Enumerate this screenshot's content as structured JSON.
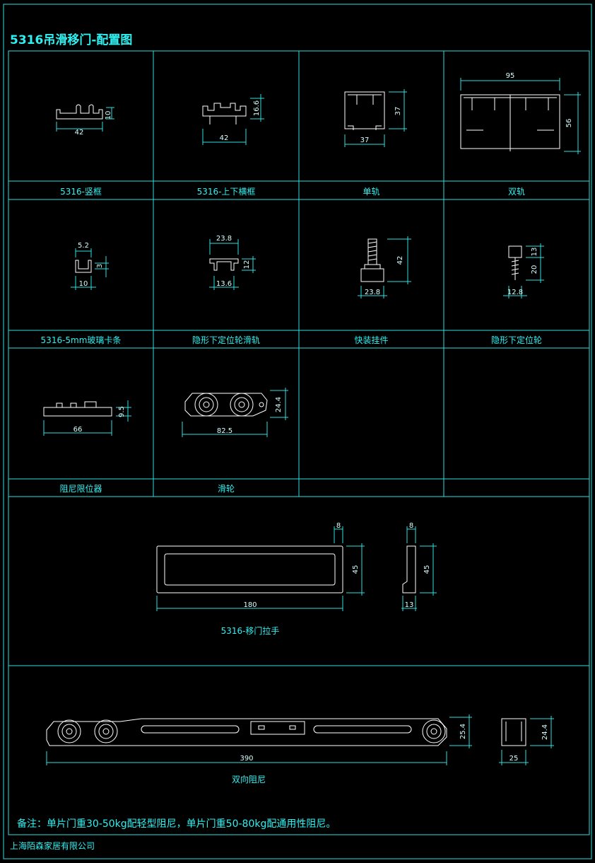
{
  "title": "5316吊滑移门-配置图",
  "captions": {
    "r1": [
      "5316-竖框",
      "5316-上下横框",
      "单轨",
      "双轨"
    ],
    "r2": [
      "5316-5mm玻璃卡条",
      "隐形下定位轮滑轨",
      "快装挂件",
      "隐形下定位轮"
    ],
    "r3": [
      "阻尼限位器",
      "滑轮",
      "",
      ""
    ],
    "handle": "5316-移门拉手",
    "damper": "双向阻尼"
  },
  "dims": {
    "c1": {
      "w": "42",
      "h": "10"
    },
    "c2": {
      "w": "42",
      "h": "16.6"
    },
    "c3": {
      "w": "37",
      "h": "37"
    },
    "c4": {
      "w": "95",
      "h": "56"
    },
    "c5": {
      "top": "5.2",
      "w": "10",
      "h": "3"
    },
    "c6": {
      "top": "23.8",
      "w": "13.6",
      "h": "12"
    },
    "c7": {
      "w": "23.8",
      "h": "42"
    },
    "c8": {
      "w": "12.8",
      "h1": "13",
      "h2": "20"
    },
    "c9": {
      "w": "66",
      "h": "9.5"
    },
    "c10": {
      "w": "82.5",
      "h": "24.4"
    },
    "handle": {
      "w": "180",
      "h": "45",
      "d": "8",
      "side_w": "13",
      "side_d": "8",
      "side_h": "45"
    },
    "damper": {
      "w": "390",
      "h": "25.4",
      "side_w": "25",
      "side_h": "24.4"
    }
  },
  "note": "备注：单片门重30-50kg配轻型阻尼，单片门重50-80kg配通用性阻尼。",
  "company": "上海陌森家居有限公司",
  "colors": {
    "frame": "#2ee0e0",
    "drawing": "#ffffff",
    "text": "#2ef0f0"
  }
}
